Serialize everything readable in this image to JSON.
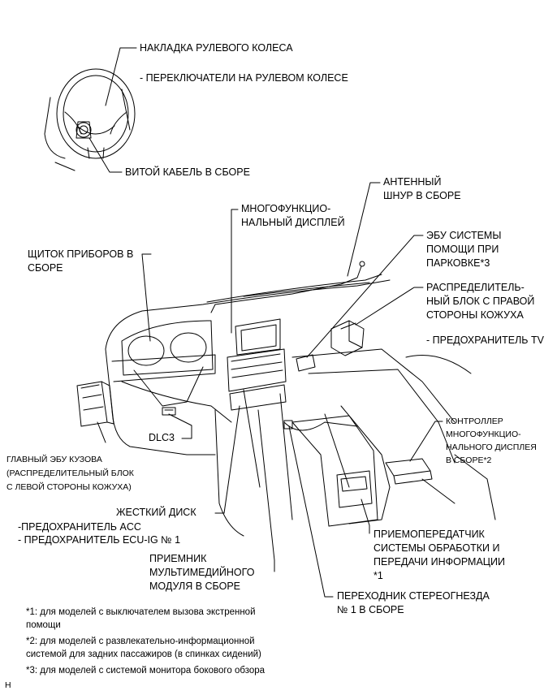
{
  "labels": {
    "steering_pad": "НАКЛАДКА РУЛЕВОГО КОЛЕСА",
    "steering_switches": "- ПЕРЕКЛЮЧАТЕЛИ НА РУЛЕВОМ КОЛЕСЕ",
    "spiral_cable": "ВИТОЙ КАБЕЛЬ В СБОРЕ",
    "antenna_1": "АНТЕННЫЙ",
    "antenna_2": "ШНУР В СБОРЕ",
    "mfd_1": "МНОГОФУНКЦИО-",
    "mfd_2": "НАЛЬНЫЙ ДИСПЛЕЙ",
    "park_ecu_1": "ЭБУ СИСТЕМЫ",
    "park_ecu_2": "ПОМОЩИ ПРИ",
    "park_ecu_3": "ПАРКОВКЕ*3",
    "cluster_1": "ЩИТОК ПРИБОРОВ В",
    "cluster_2": "СБОРЕ",
    "rh_jb_1": "РАСПРЕДЕЛИТЕЛЬ-",
    "rh_jb_2": "НЫЙ БЛОК С ПРАВОЙ",
    "rh_jb_3": "СТОРОНЫ КОЖУХА",
    "fuse_tv": "- ПРЕДОХРАНИТЕЛЬ TV",
    "dlc3": "DLC3",
    "mfd_ctrl_1": "КОНТРОЛЛЕР",
    "mfd_ctrl_2": "МНОГОФУНКЦИО-",
    "mfd_ctrl_3": "НАЛЬНОГО ДИСПЛЕЯ",
    "mfd_ctrl_4": "В СБОРЕ*2",
    "main_body_1": "ГЛАВНЫЙ ЭБУ КУЗОВА",
    "main_body_2": "(РАСПРЕДЕЛИТЕЛЬНЫЙ БЛОК",
    "main_body_3": "С ЛЕВОЙ СТОРОНЫ КОЖУХА)",
    "hdd": "ЖЕСТКИЙ ДИСК",
    "fuse_acc": "-ПРЕДОХРАНИТЕЛЬ ACC",
    "fuse_ecu_ig": "- ПРЕДОХРАНИТЕЛЬ ECU-IG № 1",
    "telematics_1": "ПРИЕМОПЕРЕДАТЧИК",
    "telematics_2": "СИСТЕМЫ ОБРАБОТКИ И",
    "telematics_3": "ПЕРЕДАЧИ ИНФОРМАЦИИ",
    "telematics_4": "*1",
    "receiver_1": "ПРИЕМНИК",
    "receiver_2": "МУЛЬТИМЕДИЙНОГО",
    "receiver_3": "МОДУЛЯ В СБОРЕ",
    "stereo_1": "ПЕРЕХОДНИК СТЕРЕОГНЕЗДА",
    "stereo_2": "№ 1 В СБОРЕ"
  },
  "notes": {
    "n1a": "*1: для моделей с выключателем вызова экстренной",
    "n1b": "помощи",
    "n2a": "*2: для моделей с развлекательно-информационной",
    "n2b": "системой для задних пассажиров (в спинках сидений)",
    "n3": "*3: для моделей с системой монитора бокового обзора"
  },
  "corner_mark": "H"
}
